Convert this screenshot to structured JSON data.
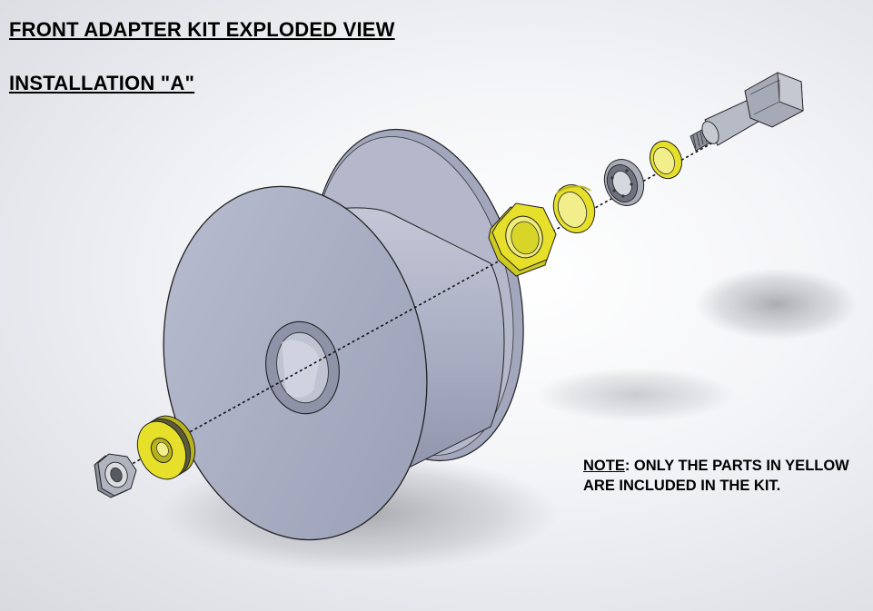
{
  "title": "FRONT ADAPTER KIT EXPLODED VIEW",
  "subtitle": "INSTALLATION \"A\"",
  "note": {
    "label": "NOTE",
    "text": ": ONLY THE PARTS IN YELLOW ARE INCLUDED IN THE KIT."
  },
  "colors": {
    "kit_part": "#e6e02a",
    "non_kit_part": "#9aa0b0",
    "wheel": "#a9adc2"
  },
  "parts": [
    {
      "name": "lock-nut",
      "kit": false
    },
    {
      "name": "washer-stack",
      "kit": true
    },
    {
      "name": "wheel",
      "kit": false
    },
    {
      "name": "hex-nut",
      "kit": true
    },
    {
      "name": "spacer-sleeve",
      "kit": true
    },
    {
      "name": "bearing",
      "kit": false
    },
    {
      "name": "small-spacer",
      "kit": true
    },
    {
      "name": "axle-bolt",
      "kit": false
    }
  ]
}
